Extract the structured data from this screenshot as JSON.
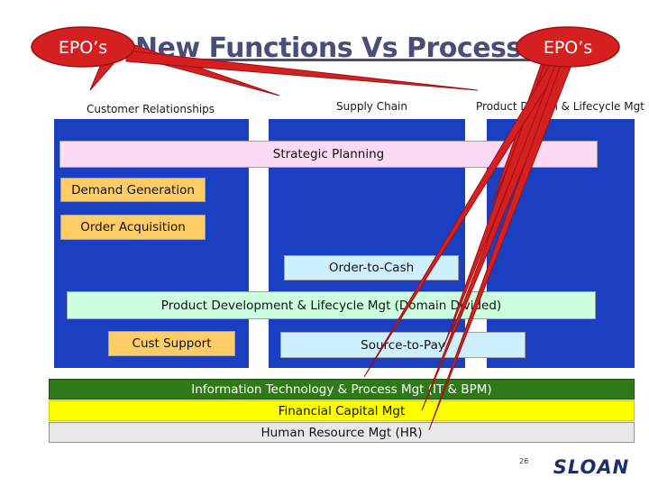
{
  "title": "New Functions Vs Processes",
  "columns": {
    "customer_relationships": "Customer Relationships",
    "supply_chain": "Supply Chain",
    "product_design": "Product Design & Lifecycle Mgt"
  },
  "bars": {
    "strategic_planning": "Strategic Planning",
    "demand_generation": "Demand Generation",
    "order_acquisition": "Order Acquisition",
    "order_to_cash": "Order-to-Cash",
    "product_development": "Product Development & Lifecycle Mgt (Domain Divided)",
    "cust_support": "Cust Support",
    "source_to_pay": "Source-to-Pay",
    "information_technology": "Information Technology & Process Mgt (IT & BPM)",
    "financial_capital": "Financial Capital Mgt",
    "human_resource": "Human Resource Mgt (HR)"
  },
  "callouts": {
    "left": "EPO’s",
    "right": "EPO’s"
  },
  "page_number": "26",
  "logo": "SLOAN",
  "colors": {
    "column_blue": "#1a3fc0",
    "callout_red": "#d42020",
    "title": "#4a4d7a"
  }
}
